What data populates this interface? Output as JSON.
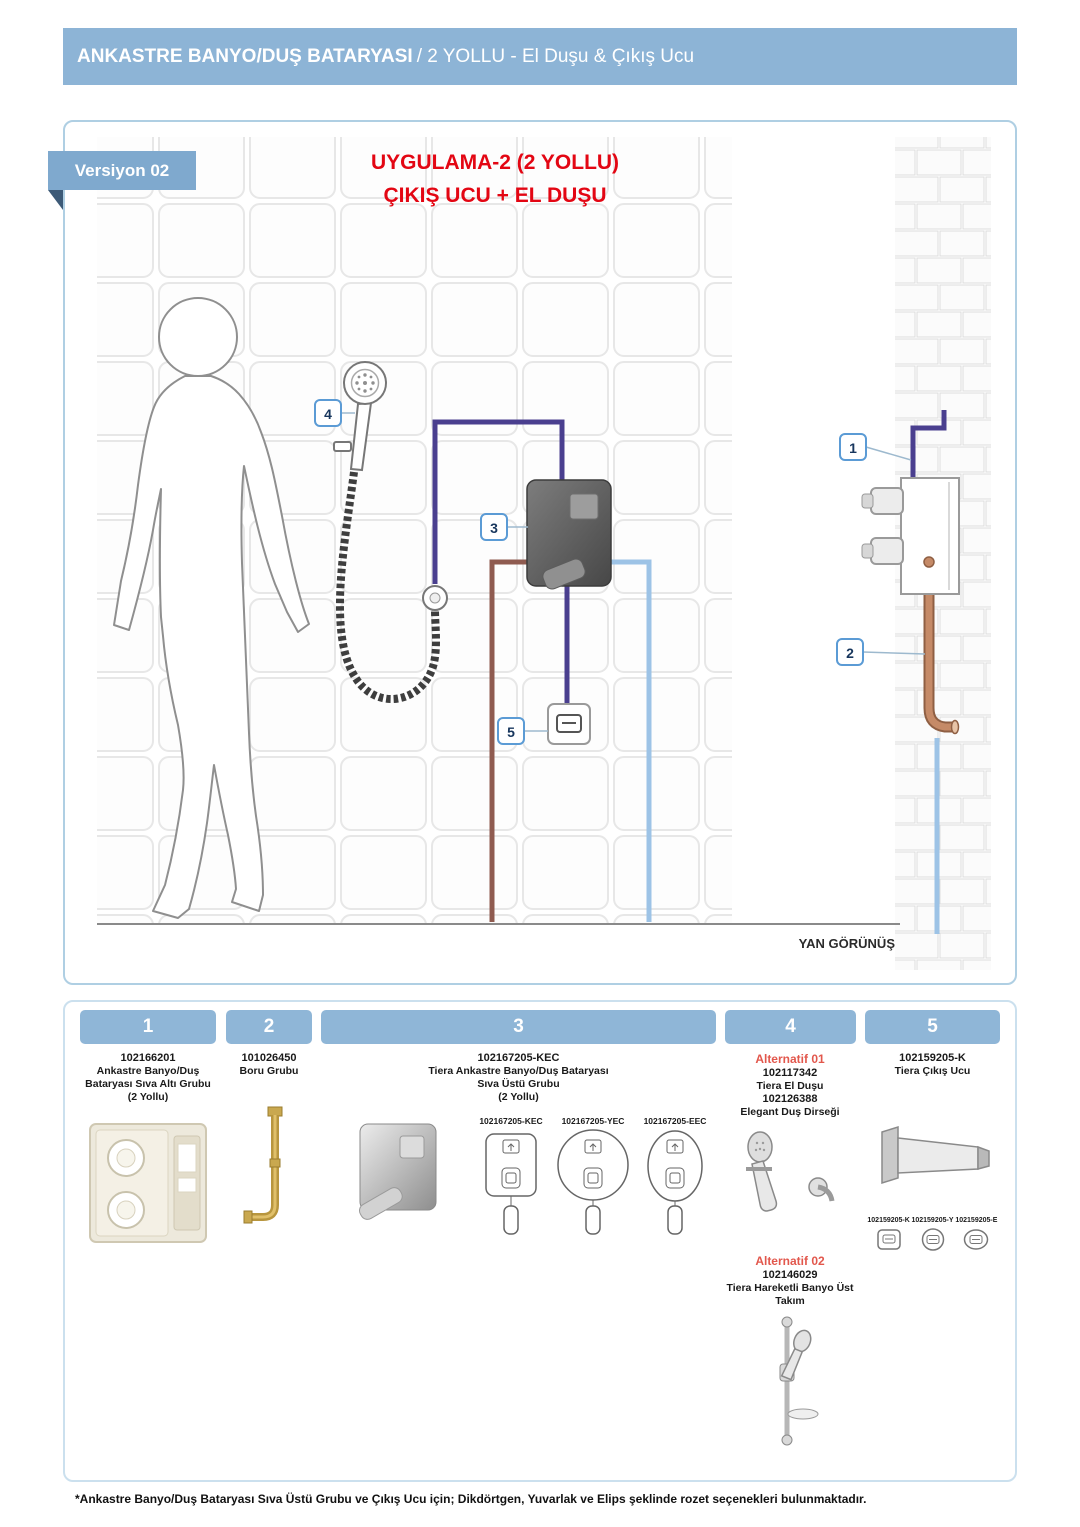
{
  "header": {
    "title_main": "ANKASTRE BANYO/DUŞ BATARYASI",
    "title_sub": "/ 2 YOLLU - El Duşu & Çıkış Ucu"
  },
  "diagram": {
    "version_label": "Versiyon 02",
    "title_line1": "UYGULAMA-2 (2 YOLLU)",
    "title_line2": "ÇIKIŞ UCU + EL DUŞU",
    "side_view_label": "YAN GÖRÜNÜŞ",
    "callouts": [
      "1",
      "2",
      "3",
      "4",
      "5"
    ]
  },
  "table": {
    "headers": [
      "1",
      "2",
      "3",
      "4",
      "5"
    ],
    "col1": {
      "code": "102166201",
      "line1": "Ankastre Banyo/Duş",
      "line2": "Bataryası Sıva Altı Grubu",
      "line3": "(2 Yollu)"
    },
    "col2": {
      "code": "101026450",
      "line1": "Boru Grubu"
    },
    "col3": {
      "code": "102167205-KEC",
      "line1": "Tiera Ankastre Banyo/Duş Bataryası",
      "line2": "Sıva Üstü Grubu",
      "line3": "(2 Yollu)",
      "variant1": "102167205-KEC",
      "variant2": "102167205-YEC",
      "variant3": "102167205-EEC"
    },
    "col4": {
      "alt1_title": "Alternatif 01",
      "alt1_code1": "102117342",
      "alt1_name1": "Tiera El Duşu",
      "alt1_code2": "102126388",
      "alt1_name2": "Elegant Duş Dirseği",
      "alt2_title": "Alternatif 02",
      "alt2_code": "102146029",
      "alt2_name1": "Tiera Hareketli Banyo Üst",
      "alt2_name2": "Takım"
    },
    "col5": {
      "code": "102159205-K",
      "line1": "Tiera Çıkış Ucu",
      "variant1": "102159205-K",
      "variant2": "102159205-Y",
      "variant3": "102159205-E"
    }
  },
  "footer_note": "*Ankastre Banyo/Duş Bataryası Sıva Üstü Grubu ve Çıkış Ucu için;  Dikdörtgen, Yuvarlak ve Elips şeklinde rozet seçenekleri bulunmaktadır.",
  "colors": {
    "accent_blue": "#8FB6D7",
    "title_red": "#E30613",
    "pipe_purple": "#4A3F8F",
    "pipe_blue": "#9DC3E6",
    "pipe_copper": "#C58A67",
    "pipe_hot_brown": "#8F5B50"
  }
}
